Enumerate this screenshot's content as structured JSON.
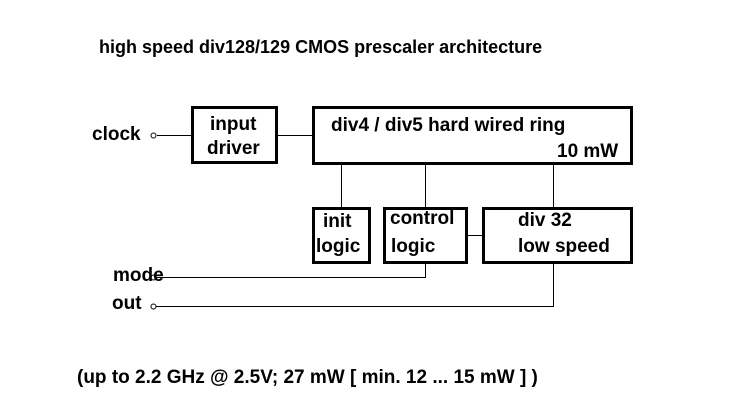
{
  "title": "high speed div128/129 CMOS prescaler architecture",
  "footer": "(up to 2.2 GHz @ 2.5V; 27 mW [ min. 12 ... 15 mW ] )",
  "ports": {
    "clock": "clock",
    "mode": "mode",
    "out": "out"
  },
  "blocks": {
    "input_driver": {
      "line1": "input",
      "line2": "driver"
    },
    "ring": {
      "line1": "div4 / div5 hard wired ring",
      "power": "10 mW"
    },
    "init_logic": {
      "line1": "init",
      "line2": "logic"
    },
    "control_logic": {
      "line1": "control",
      "line2": "logic"
    },
    "div32": {
      "line1": "div 32",
      "line2": "low speed"
    }
  },
  "colors": {
    "ink": "#000000",
    "background": "#ffffff"
  }
}
